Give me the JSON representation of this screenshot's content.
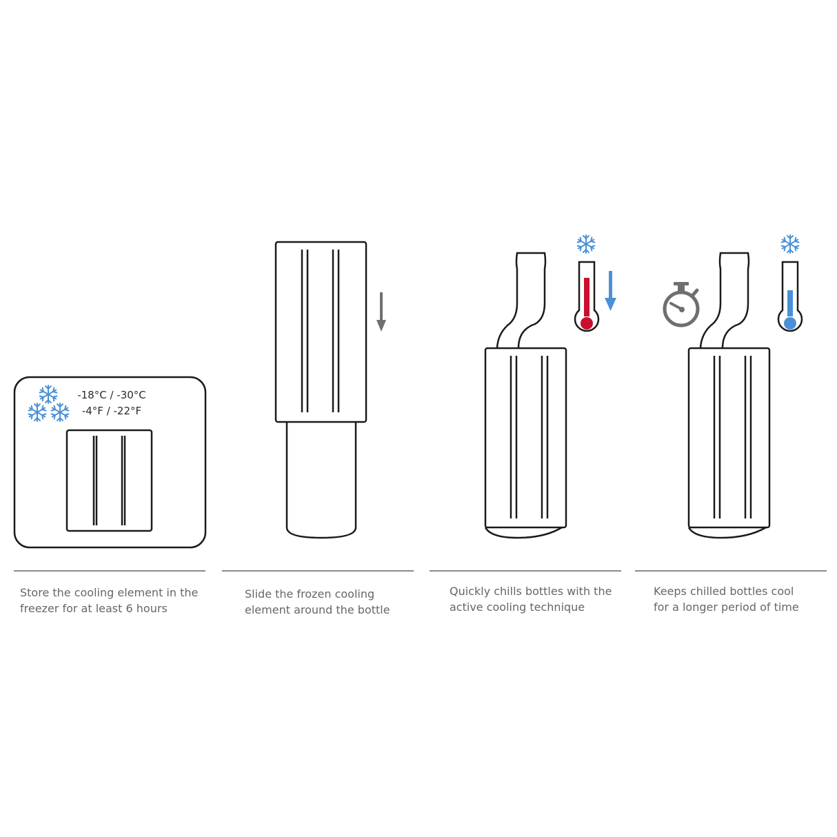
{
  "colors": {
    "outline": "#1a1a1a",
    "snow_blue": "#4a90d9",
    "arrow_gray": "#6f6f6f",
    "arrow_blue": "#4a90d9",
    "thermo_red": "#c8102e",
    "thermo_blue": "#4a90d9",
    "text_gray": "#666666",
    "rule_gray": "#8a8a8a"
  },
  "steps": [
    {
      "line1": "Store the cooling element in the",
      "line2": "freezer for at least 6 hours",
      "freezer_temp_celsius": "-18°C / -30°C",
      "freezer_temp_fahrenheit": "-4°F / -22°F",
      "icons": [
        "snowflake-icon",
        "snowflake-icon",
        "snowflake-icon",
        "cooling-element"
      ]
    },
    {
      "line1": "Slide the frozen cooling",
      "line2": "element around the bottle",
      "icons": [
        "cooling-element",
        "bottle",
        "arrow-down-icon"
      ]
    },
    {
      "line1": "Quickly chills bottles with the",
      "line2": "active cooling technique",
      "icons": [
        "bottle",
        "cooling-element",
        "snowflake-icon",
        "thermometer-hot-icon",
        "arrow-down-icon"
      ]
    },
    {
      "line1": "Keeps chilled bottles cool",
      "line2": "for a longer period of time",
      "icons": [
        "stopwatch-icon",
        "bottle",
        "cooling-element",
        "snowflake-icon",
        "thermometer-cold-icon"
      ]
    }
  ]
}
